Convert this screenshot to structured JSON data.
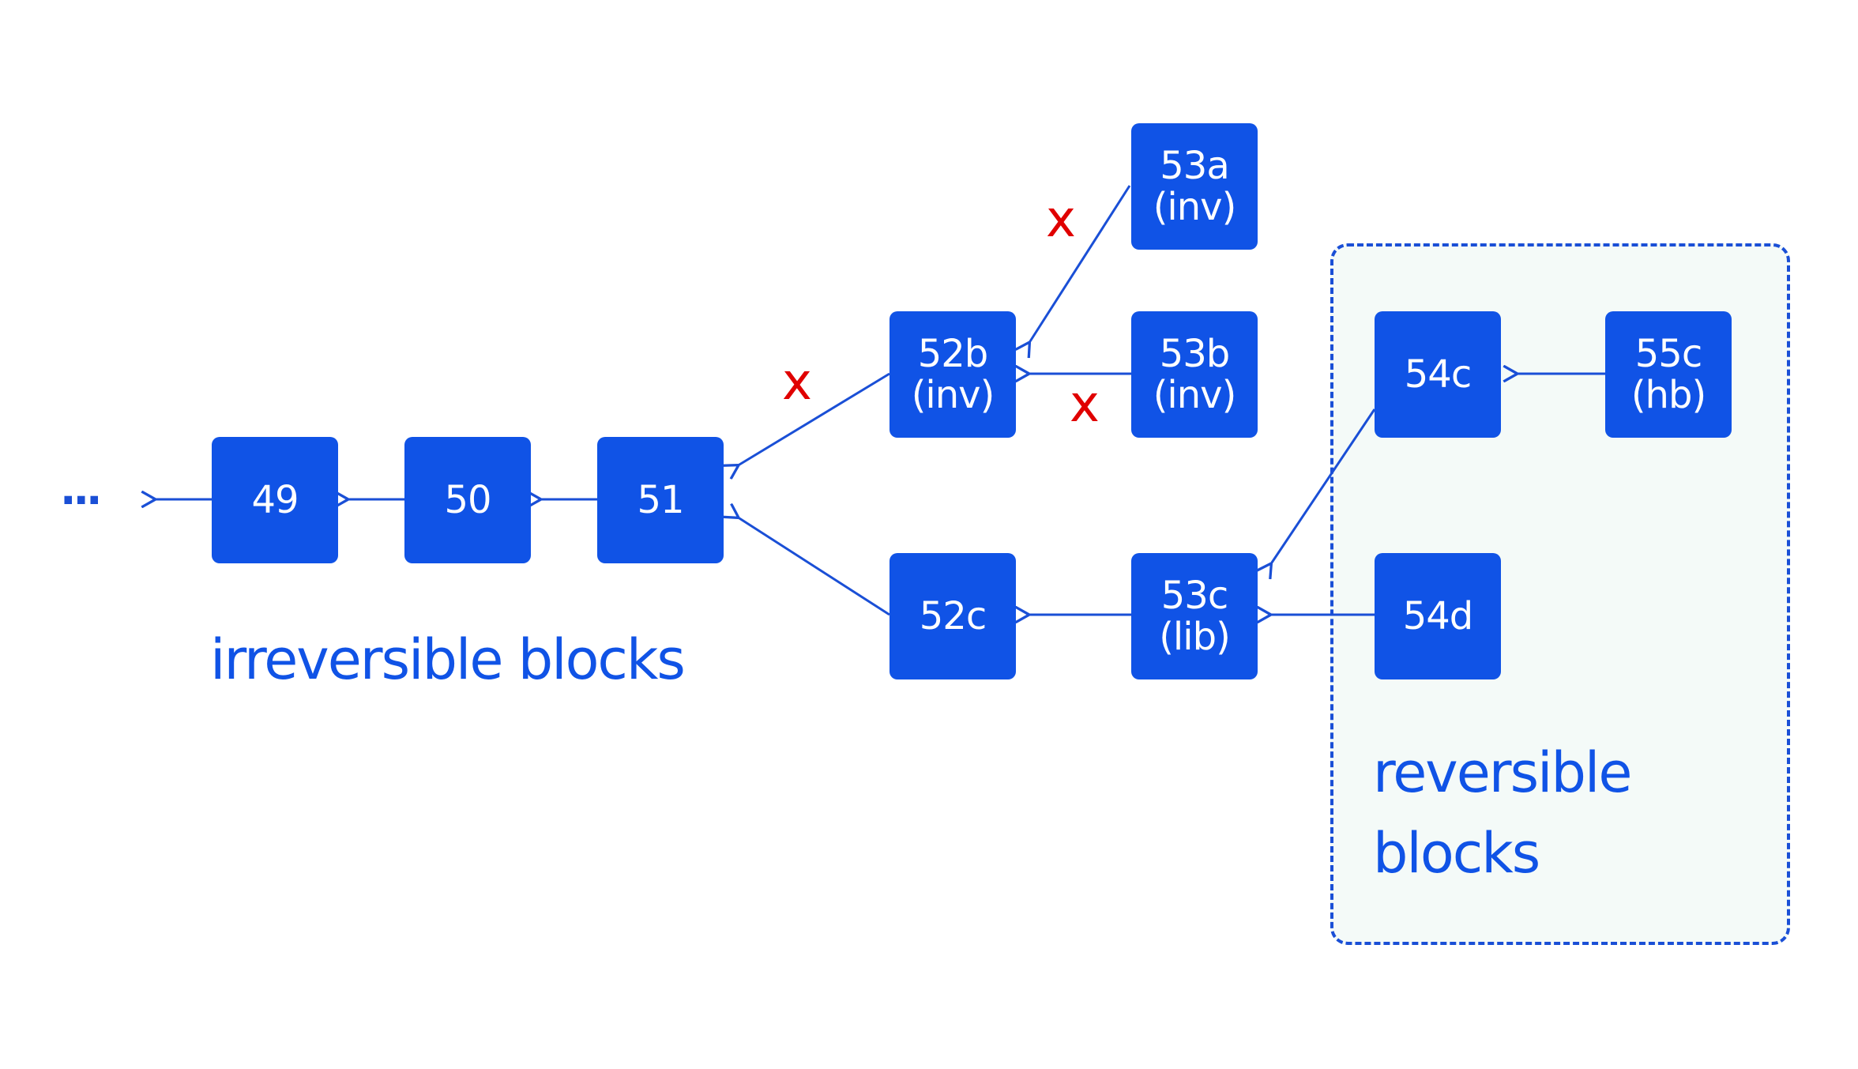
{
  "colors": {
    "block": "#1053e6",
    "arrow": "#1a4fd6",
    "invalid_mark": "#e00000",
    "region_fill": "#f4faf8"
  },
  "ellipsis": "...",
  "blocks": {
    "b49": {
      "line1": "49",
      "line2": ""
    },
    "b50": {
      "line1": "50",
      "line2": ""
    },
    "b51": {
      "line1": "51",
      "line2": ""
    },
    "b52b": {
      "line1": "52b",
      "line2": "(inv)"
    },
    "b52c": {
      "line1": "52c",
      "line2": ""
    },
    "b53a": {
      "line1": "53a",
      "line2": "(inv)"
    },
    "b53b": {
      "line1": "53b",
      "line2": "(inv)"
    },
    "b53c": {
      "line1": "53c",
      "line2": "(lib)"
    },
    "b54c": {
      "line1": "54c",
      "line2": ""
    },
    "b54d": {
      "line1": "54d",
      "line2": ""
    },
    "b55c": {
      "line1": "55c",
      "line2": "(hb)"
    }
  },
  "invalid_marks": {
    "m1": "x",
    "m2": "x",
    "m3": "x"
  },
  "labels": {
    "irreversible": "irreversible blocks",
    "reversible_line1": "reversible",
    "reversible_line2": "blocks"
  }
}
